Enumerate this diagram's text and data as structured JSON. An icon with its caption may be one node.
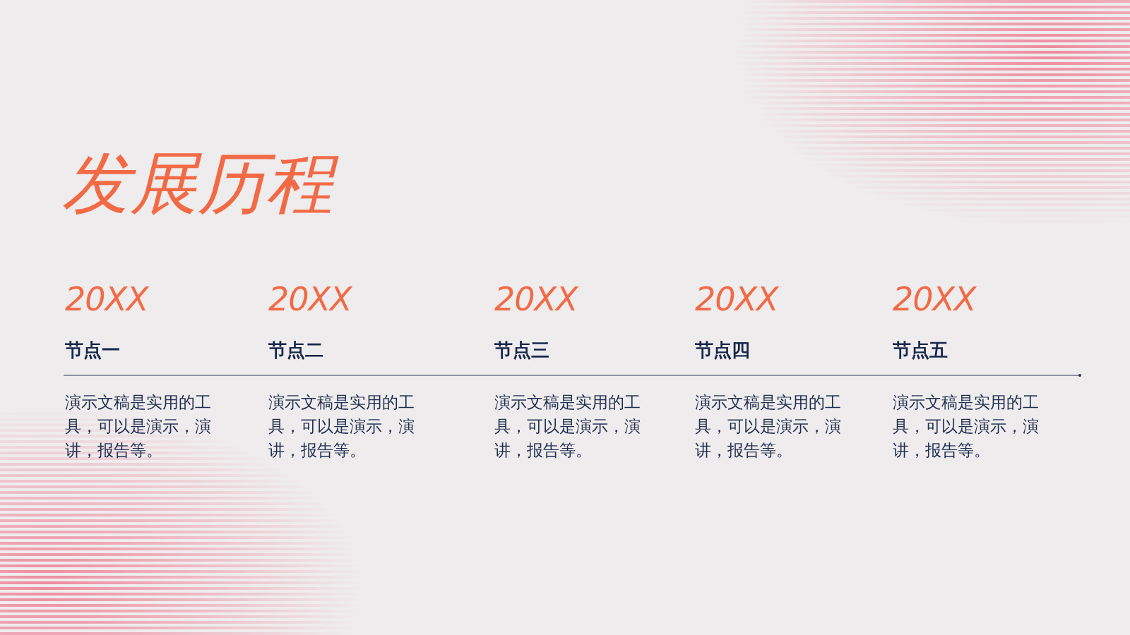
{
  "diagram": {
    "title": "发展历程",
    "labels": [
      "20XX",
      "20XX",
      "20XX",
      "20XX",
      "20XX",
      "节点一",
      "节点二",
      "节点三",
      "节点四",
      "节点五",
      "演示文稿是实用的工具，可以是演示，演讲，报告等。",
      "演示文稿是实用的工具，可以是演示，演讲，报告等。",
      "演示文稿是实用的工具，可以是演示，演讲，报告等。",
      "演示文稿是实用的工具，可以是演示，演讲，报告等。",
      "演示文稿是实用的工具，可以是演示，演讲，报告等。"
    ]
  }
}
